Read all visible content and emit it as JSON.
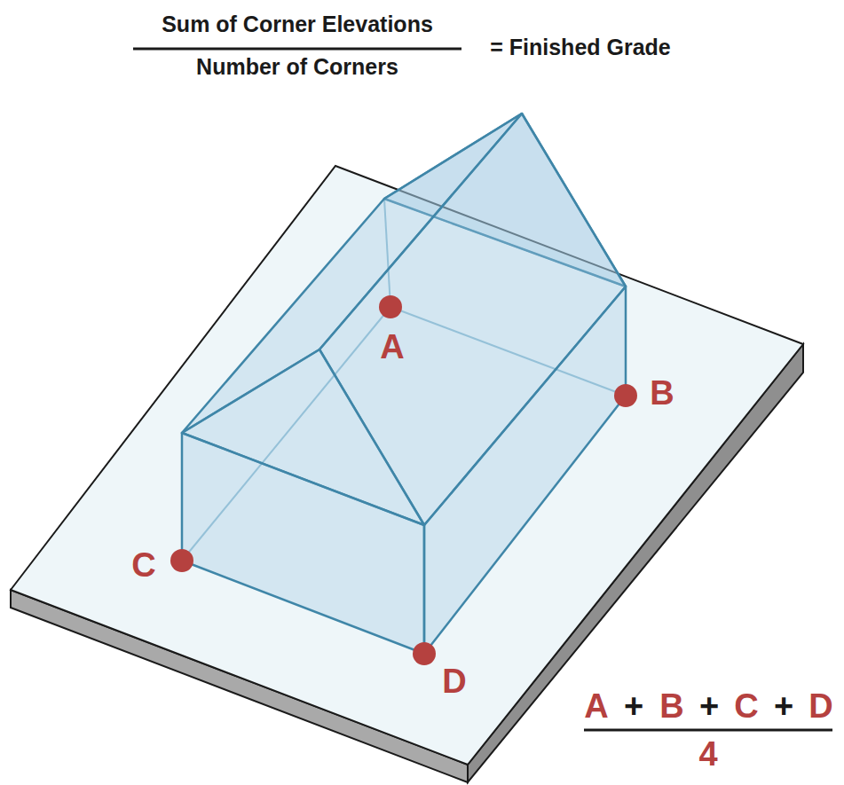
{
  "diagram": {
    "labels": [
      "Sum of Corner Elevations",
      "Number of Corners",
      "= Finished Grade",
      "A",
      "B",
      "C",
      "D",
      "A",
      "+",
      "B",
      "+",
      "C",
      "+",
      "D",
      "4"
    ]
  }
}
